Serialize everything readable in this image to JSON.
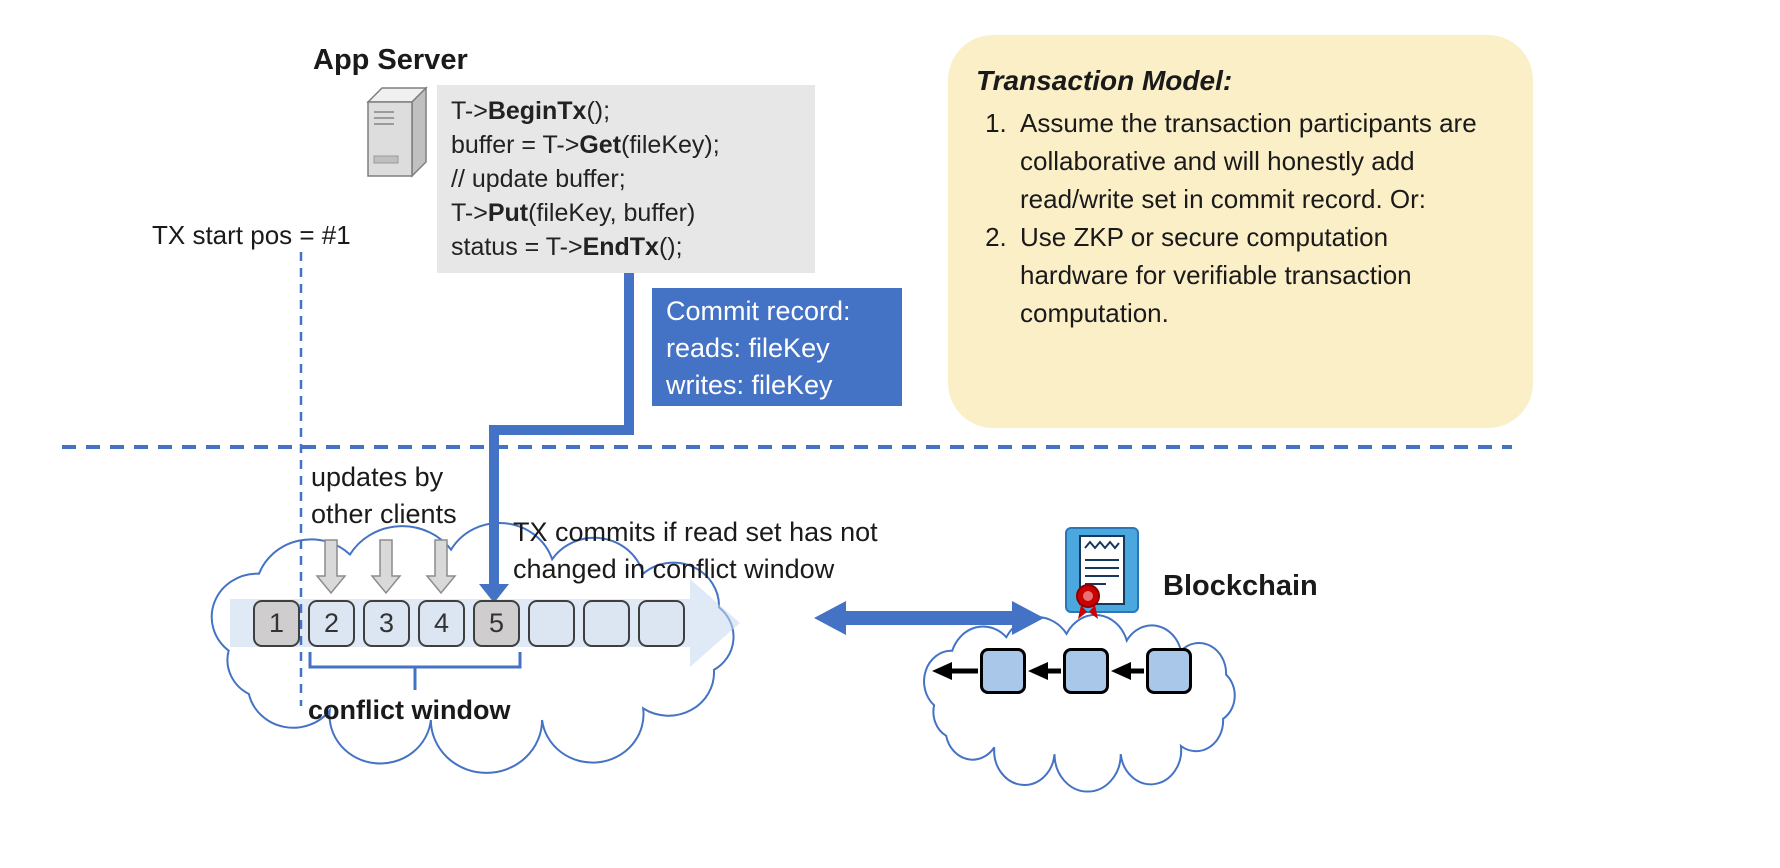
{
  "app_server": {
    "title": "App Server",
    "icon": "server-tower-icon"
  },
  "code_box": {
    "lines": [
      {
        "pre": "T->",
        "bold": "BeginTx",
        "post": "();"
      },
      {
        "pre": "buffer = T->",
        "bold": "Get",
        "post": "(fileKey);"
      },
      {
        "pre": "// update buffer;",
        "bold": "",
        "post": ""
      },
      {
        "pre": "T->",
        "bold": "Put",
        "post": "(fileKey, buffer)"
      },
      {
        "pre": "status = T->",
        "bold": "EndTx",
        "post": "();"
      }
    ]
  },
  "tx_start_label": "TX start pos = #1",
  "commit_record": {
    "title": "Commit record:",
    "reads": "reads: fileKey",
    "writes": "writes: fileKey"
  },
  "transaction_model": {
    "title": "Transaction Model:",
    "items": [
      "Assume the transaction participants are collaborative and will honestly add read/write set in commit record.  Or:",
      "Use ZKP or secure computation hardware for verifiable transaction computation."
    ]
  },
  "timeline": {
    "updates_label": "updates by\nother clients",
    "commits_label": "TX commits if read set has not\nchanged in conflict window",
    "conflict_window_label": "conflict window",
    "blocks": [
      {
        "label": "1",
        "style": "gray"
      },
      {
        "label": "2",
        "style": "blue"
      },
      {
        "label": "3",
        "style": "blue"
      },
      {
        "label": "4",
        "style": "blue"
      },
      {
        "label": "5",
        "style": "gray"
      },
      {
        "label": "",
        "style": "blue"
      },
      {
        "label": "",
        "style": "blue"
      },
      {
        "label": "",
        "style": "blue"
      }
    ]
  },
  "blockchain": {
    "label": "Blockchain",
    "icon": "blockchain-certificate-icon",
    "chain_block_count": 3
  },
  "colors": {
    "accent_blue": "#4472C4",
    "light_block_fill": "#DCE6F2",
    "gray_block_fill": "#CFCDCD",
    "code_bg": "#E8E7E7",
    "note_bg": "#FBEFC8",
    "chain_block_fill": "#A9C7E9",
    "cloud_stroke": "#4472C4"
  }
}
